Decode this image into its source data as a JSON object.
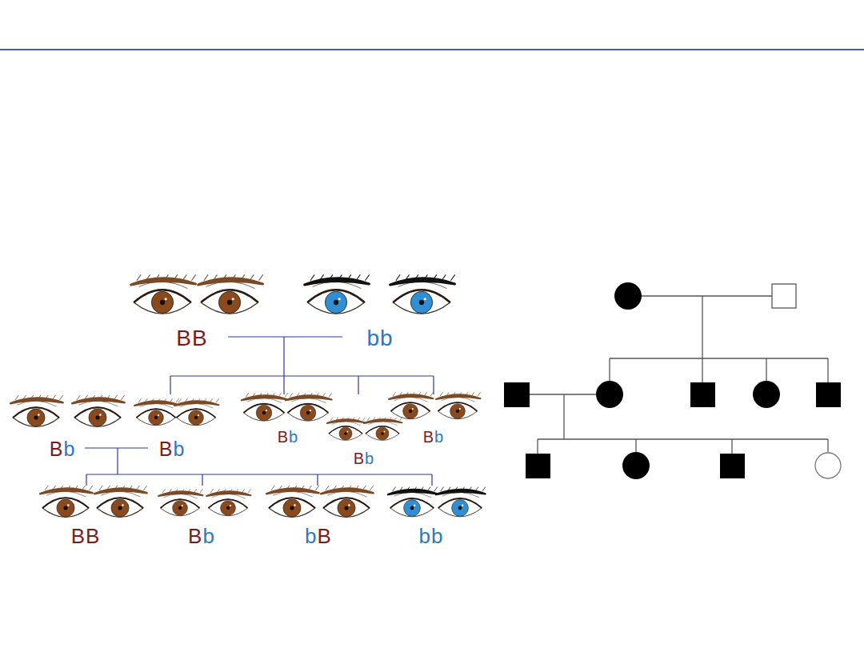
{
  "diagram": {
    "labels": [
      "BB",
      "bb",
      "Bb",
      "Bb",
      "Bb",
      "Bb",
      "Bb",
      "BB",
      "Bb",
      "bB",
      "bb"
    ]
  }
}
